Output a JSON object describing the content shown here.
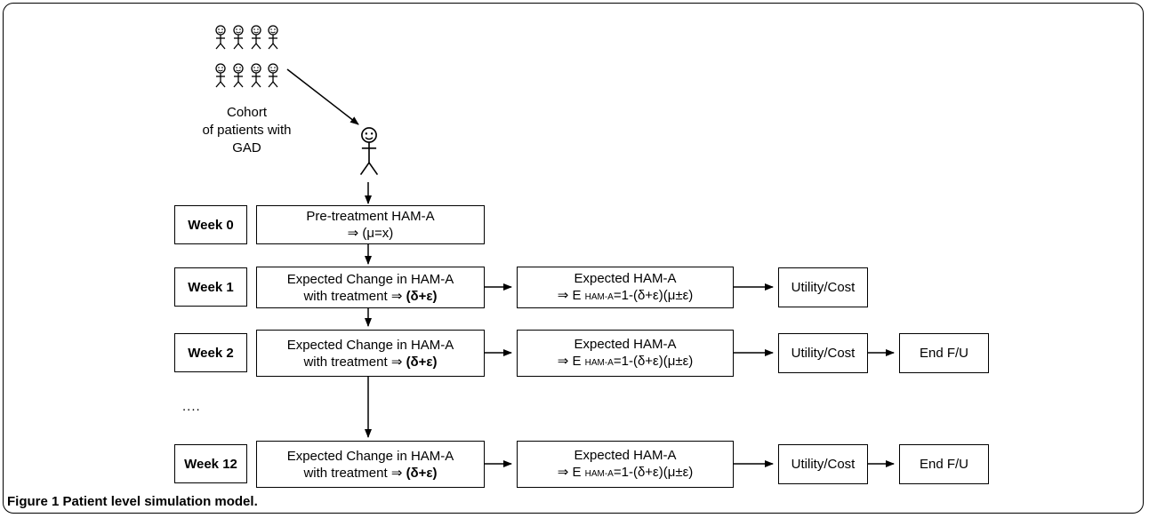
{
  "cohort": {
    "line1": "Cohort",
    "line2": "of patients with",
    "line3": "GAD"
  },
  "weeks": {
    "w0": "Week 0",
    "w1": "Week 1",
    "w2": "Week 2",
    "w12": "Week 12"
  },
  "pretreatment": {
    "line1": "Pre-treatment HAM-A",
    "line2": "⇒ (μ=x)"
  },
  "change": {
    "line1": "Expected Change in HAM-A",
    "line2_prefix": "with treatment ⇒ ",
    "line2_bold": "(δ+ε)"
  },
  "expected": {
    "line1": "Expected HAM-A",
    "prefix": "⇒ E ",
    "subscript": "HAM-A",
    "formula": "=1-(δ+ε)(μ±ε)"
  },
  "utility_cost": "Utility/Cost",
  "end_fu": "End F/U",
  "ellipsis": "....",
  "caption": "Figure 1 Patient level simulation model."
}
